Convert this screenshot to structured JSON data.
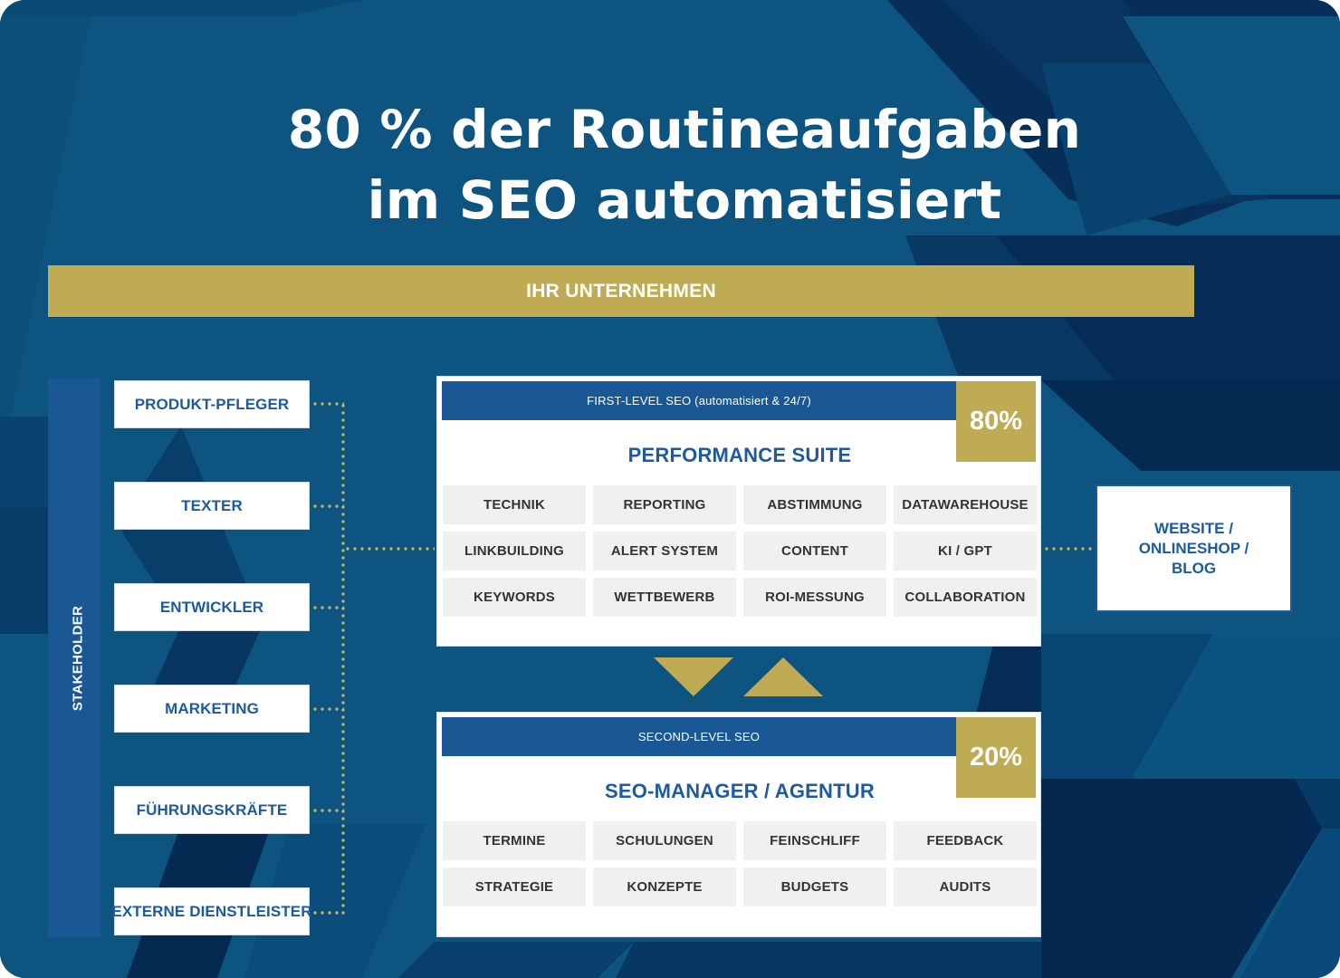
{
  "title": {
    "line1": "80 % der Routineaufgaben",
    "line2": "im SEO automatisiert"
  },
  "company_bar": {
    "label": "IHR UNTERNEHMEN"
  },
  "stakeholders": {
    "label": "STAKEHOLDER",
    "items": [
      "PRODUKT-PFLEGER",
      "TEXTER",
      "ENTWICKLER",
      "MARKETING",
      "FÜHRUNGSKRÄFTE",
      "EXTERNE DIENSTLEISTER"
    ]
  },
  "first_level": {
    "header": "FIRST-LEVEL SEO (automatisiert & 24/7)",
    "percentage": "80%",
    "title": "PERFORMANCE SUITE",
    "items": [
      "TECHNIK",
      "REPORTING",
      "ABSTIMMUNG",
      "DATAWAREHOUSE",
      "LINKBUILDING",
      "ALERT SYSTEM",
      "CONTENT",
      "KI / GPT",
      "KEYWORDS",
      "WETTBEWERB",
      "ROI-MESSUNG",
      "COLLABORATION"
    ]
  },
  "second_level": {
    "header": "SECOND-LEVEL SEO",
    "percentage": "20%",
    "title": "SEO-MANAGER / AGENTUR",
    "items": [
      "TERMINE",
      "SCHULUNGEN",
      "FEINSCHLIFF",
      "FEEDBACK",
      "STRATEGIE",
      "KONZEPTE",
      "BUDGETS",
      "AUDITS"
    ]
  },
  "website_box": {
    "lines": [
      "WEBSITE /",
      "ONLINESHOP /",
      "BLOG"
    ]
  },
  "arrows": {
    "down": "arrow-down-icon",
    "up": "arrow-up-icon"
  },
  "colors": {
    "background": "#0d5580",
    "gold": "#bfab54",
    "primary_blue": "#195894",
    "text_blue": "#1d5aa0",
    "cell_bg": "#f0f0f0",
    "cell_text": "#333333"
  }
}
